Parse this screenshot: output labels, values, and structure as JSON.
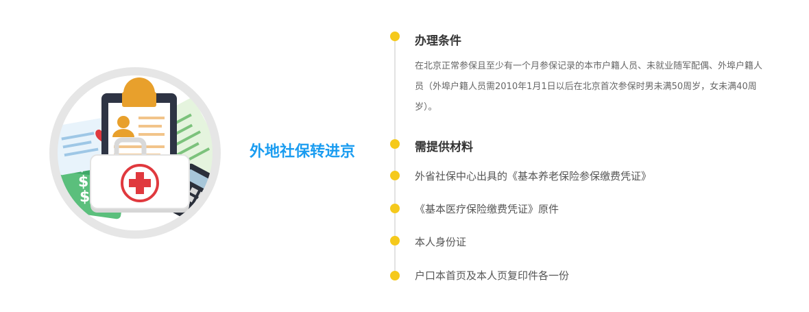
{
  "section_title": "外地社保转进京",
  "conditions": {
    "heading": "办理条件",
    "text": "在北京正常参保且至少有一个月参保记录的本市户籍人员、未就业随军配偶、外埠户籍人员（外埠户籍人员需2010年1月1日以后在北京首次参保时男未满50周岁，女未满40周岁）。"
  },
  "materials": {
    "heading": "需提供材料",
    "items": [
      "外省社保中心出具的《基本养老保险参保缴费凭证》",
      "《基本医疗保险缴费凭证》原件",
      "本人身份证",
      "户口本首页及本人页复印件各一份"
    ]
  },
  "colors": {
    "accent_blue": "#1a9cf0",
    "dot_yellow": "#f5c91c",
    "timeline_gray": "#e2e2e2"
  }
}
